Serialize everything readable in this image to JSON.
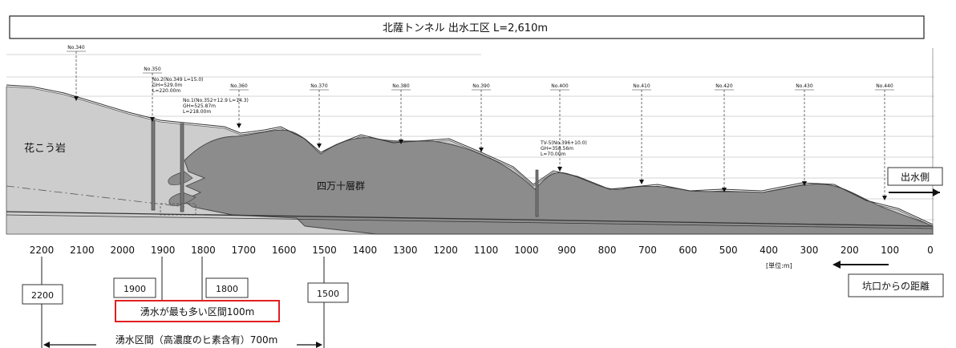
{
  "title": "北薩トンネル  出水工区  L=2,610m",
  "station_labels": [
    "No.340",
    "No.350",
    "No.360",
    "No.370",
    "No.380",
    "No.390",
    "No.400",
    "No.410",
    "No.420",
    "No.430",
    "No.440"
  ],
  "boreholes": [
    {
      "text": [
        "No.2(No.349 L=15.0)",
        "GH=529.0m",
        "L=220.00m"
      ]
    },
    {
      "text": [
        "No.1(No.352+12.9 L=14.3)",
        "GH=525.87m",
        "L=218.00m"
      ]
    },
    {
      "text": [
        "TV-5(No.396+10.0)",
        "GH=358.56m",
        "L=70.00m"
      ]
    }
  ],
  "geology": {
    "granite": "花こう岩",
    "shimanto": "四万十層群"
  },
  "direction_outlet": "出水側",
  "distance_ticks": [
    "2200",
    "2100",
    "2000",
    "1900",
    "1800",
    "1700",
    "1600",
    "1500",
    "1400",
    "1300",
    "1200",
    "1100",
    "1000",
    "900",
    "800",
    "700",
    "600",
    "500",
    "400",
    "300",
    "200",
    "100",
    "0"
  ],
  "unit_label": "[単位:m]",
  "distance_from_portal": "坑口からの距離",
  "boxes": {
    "b2200": "2200",
    "b1900": "1900",
    "b1800": "1800",
    "b1500": "1500"
  },
  "max_spring": "湧水が最も多い区間100m",
  "spring_section": "湧水区間（高濃度のヒ素含有）700m",
  "colors": {
    "rock_dark": "#8a8a8a",
    "rock_light": "#c9c9c9",
    "highlight": "#e02020"
  }
}
